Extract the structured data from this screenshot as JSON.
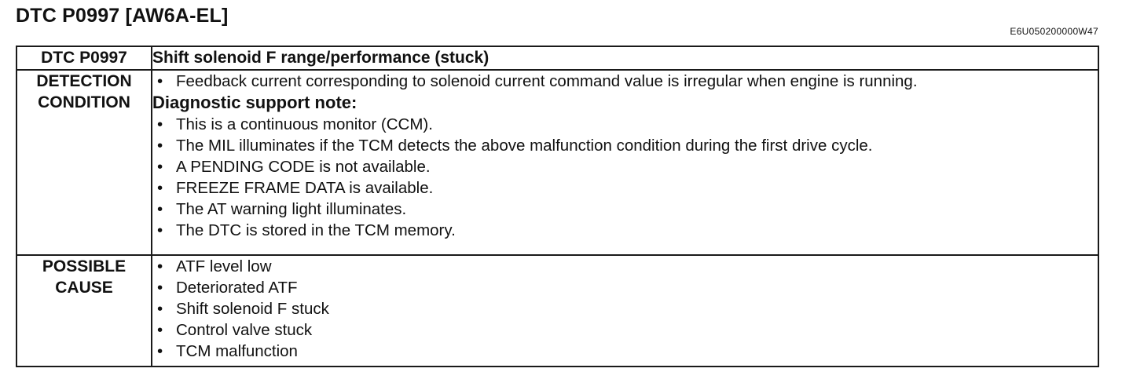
{
  "header": {
    "title": "DTC P0997 [AW6A-EL]",
    "doc_code": "E6U050200000W47"
  },
  "table": {
    "dtc_label": "DTC P0997",
    "dtc_description": "Shift solenoid F range/performance (stuck)",
    "detection": {
      "label_line1": "DETECTION",
      "label_line2": "CONDITION",
      "primary": [
        "Feedback current corresponding to solenoid current command value is irregular when engine is running."
      ],
      "support_note_heading": "Diagnostic support note:",
      "notes": [
        "This is a continuous monitor (CCM).",
        "The MIL illuminates if the TCM detects the above malfunction condition during the first drive cycle.",
        "A PENDING CODE is not available.",
        "FREEZE FRAME DATA is available.",
        "The AT warning light illuminates.",
        "The DTC is stored in the TCM memory."
      ]
    },
    "cause": {
      "label_line1": "POSSIBLE",
      "label_line2": "CAUSE",
      "items": [
        "ATF level low",
        "Deteriorated ATF",
        "Shift solenoid F stuck",
        "Control valve stuck",
        "TCM malfunction"
      ]
    },
    "bullet_symbol": "•"
  }
}
